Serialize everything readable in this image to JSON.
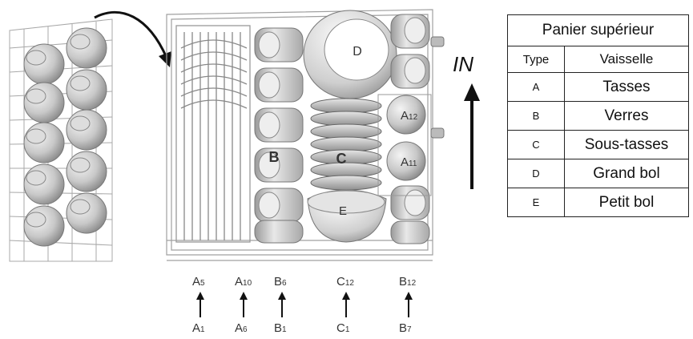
{
  "legend": {
    "title": "Panier supérieur",
    "col_type": "Type",
    "col_dish": "Vaisselle",
    "rows": [
      {
        "key": "A",
        "value": "Tasses"
      },
      {
        "key": "B",
        "value": "Verres"
      },
      {
        "key": "C",
        "value": "Sous-tasses"
      },
      {
        "key": "D",
        "value": "Grand bol"
      },
      {
        "key": "E",
        "value": "Petit bol"
      }
    ]
  },
  "direction_label": "IN",
  "basket_labels": {
    "A12": "A12",
    "A11": "A11",
    "B": "B",
    "C": "C",
    "D": "D",
    "E": "E"
  },
  "loading_order": [
    {
      "top": "A5",
      "top_main": "A",
      "top_sub": "5",
      "bottom": "A1",
      "bottom_main": "A",
      "bottom_sub": "1"
    },
    {
      "top": "A10",
      "top_main": "A",
      "top_sub": "10",
      "bottom": "A6",
      "bottom_main": "A",
      "bottom_sub": "6"
    },
    {
      "top": "B6",
      "top_main": "B",
      "top_sub": "6",
      "bottom": "B1",
      "bottom_main": "B",
      "bottom_sub": "1"
    },
    {
      "top": "C12",
      "top_main": "C",
      "top_sub": "12",
      "bottom": "C1",
      "bottom_main": "C",
      "bottom_sub": "1"
    },
    {
      "top": "B12",
      "top_main": "B",
      "top_sub": "12",
      "bottom": "B7",
      "bottom_main": "B",
      "bottom_sub": "7"
    }
  ]
}
